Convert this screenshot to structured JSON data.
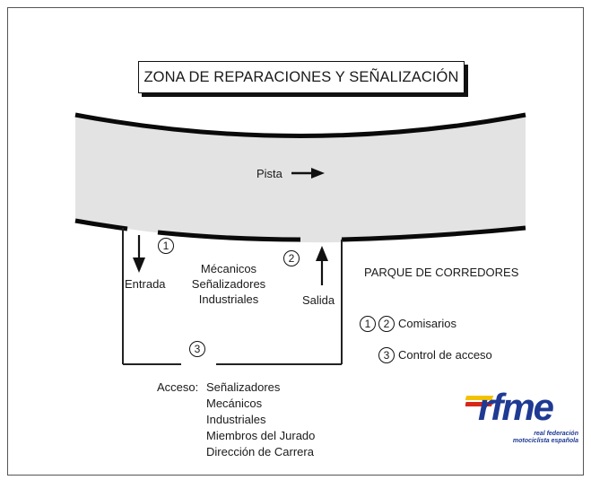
{
  "title": "ZONA DE REPARACIONES Y SEÑALIZACIÓN",
  "track": {
    "label": "Pista"
  },
  "pit_zone": {
    "entry": {
      "label": "Entrada",
      "marker": "1"
    },
    "exit": {
      "label": "Salida",
      "marker": "2"
    },
    "gate_marker": "3",
    "occupants": [
      "Mécanicos",
      "Señalizadores",
      "Industriales"
    ]
  },
  "paddock_label": "PARQUE DE CORREDORES",
  "legend": {
    "item1": {
      "markers": [
        "1",
        "2"
      ],
      "text": "Comisarios"
    },
    "item2": {
      "markers": [
        "3"
      ],
      "text": "Control de acceso"
    }
  },
  "access": {
    "label": "Acceso:",
    "items": [
      "Señalizadores",
      "Mecánicos",
      "Industriales",
      "Miembros del Jurado",
      "Dirección de Carrera"
    ]
  },
  "logo": {
    "brand": "rfme",
    "subtitle_line1": "real federación",
    "subtitle_line2": "motociclista española",
    "colors": {
      "primary": "#1f3a93",
      "accent_yellow": "#f2c200",
      "accent_red": "#d62718"
    }
  }
}
